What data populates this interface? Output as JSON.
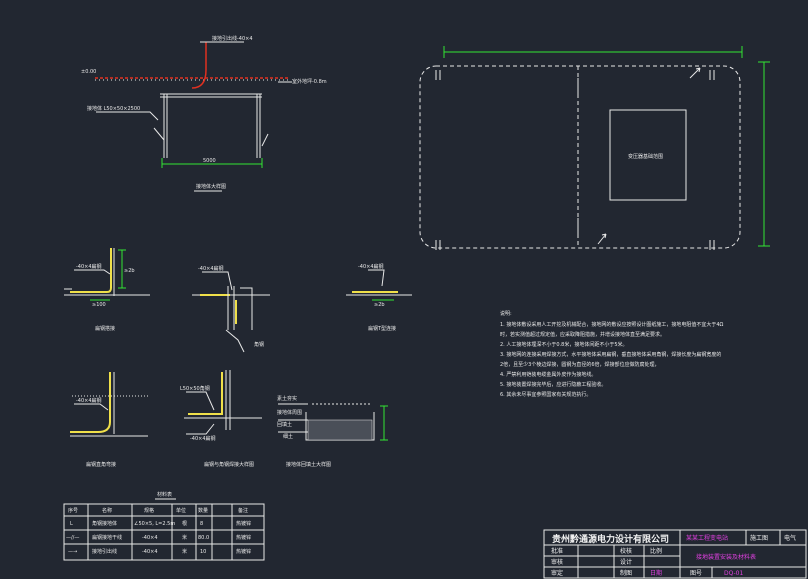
{
  "notes": {
    "title": "说明:",
    "lines": [
      "1. 接地体敷设采用人工开挖及机械配合，接地网的敷设应按照设计图纸施工，接地电阻值不宜大于4Ω",
      "时，若实测值超过规定值，应采取降阻措施，并增设接地体直至满足要求。",
      "2. 人工接地体埋深不小于0.8米，接地体间距不小于5米。",
      "3. 接地网的连接采用焊接方式，水平接地体采用扁钢，垂直接地体采用角钢，焊接长度为扁钢宽度的",
      "2倍，且至少3个棱边焊接，圆钢为直径的6倍，焊接部位应做防腐处理，",
      "4. 严禁利用铠装电缆金属外皮作为接地线。",
      "5. 接地装置焊接完毕后，应进行隐蔽工程验收。",
      "6. 其余未尽事宜参照国家有关规范执行。"
    ]
  },
  "labels": {
    "elev": "±0.00",
    "flat_bar_top": "接地引出线-40×4",
    "ground_line": "室外地坪-0.8m",
    "angle_steel": "接地体 L50×50×2500",
    "dim_5000": "5000",
    "section1": "接地体大样图",
    "area_box": "变压器基础范围",
    "d1_label": "-40×4扁钢",
    "d1_dim": "≥2b",
    "d1_title": "扁钢搭接",
    "d2_label": "-40×4扁钢",
    "d2_mark": "角钢",
    "d3_label": "-40×4扁钢",
    "d3_dim": "≥2b",
    "d3_title": "扁钢T型连接",
    "d4_label": "-40×4扁钢",
    "d4_title": "扁钢直角弯接",
    "d5_label1": "L50×50角钢",
    "d5_label2": "-40×4扁钢",
    "d5_title": "扁钢与角钢焊接大样图",
    "d6_l1": "素土夯实",
    "d6_l2": "接地体周围",
    "d6_l3": "回填土",
    "d6_l4": "细土",
    "d6_title": "接地体回填土大样图",
    "table_title": "材料表"
  },
  "table": {
    "headers": [
      "序号",
      "名称",
      "规格",
      "单位",
      "数量",
      "备注"
    ],
    "rows": [
      {
        "sym": "L",
        "name": "角钢接地体",
        "spec": "∠50×5, L=2.5m",
        "unit": "根",
        "qty": "8",
        "note": "热镀锌"
      },
      {
        "sym": "—//—",
        "name": "扁钢接地干线",
        "spec": "-40×4",
        "unit": "米",
        "qty": "80.0",
        "note": "热镀锌"
      },
      {
        "sym": "—→",
        "name": "接地引出线",
        "spec": "-40×4",
        "unit": "米",
        "qty": "10",
        "note": "热镀锌"
      }
    ]
  },
  "title_block": {
    "company": "贵州黔通源电力设计有限公司",
    "project": "某某工程变电站",
    "stage": "施工图",
    "sheet_type": "电气",
    "drawing_title": "接地装置安装及材料表",
    "scale_label": "比例",
    "drawing_no_label": "图号",
    "drawing_no": "DQ-01",
    "r1": [
      "批准",
      "校核"
    ],
    "r2": [
      "审核",
      "设计"
    ],
    "r3": [
      "审定",
      "制图"
    ],
    "date_label": "日期"
  },
  "colors": {
    "background": "#222731",
    "line": "#e8e8e8",
    "green": "#32e632",
    "yellow": "#f0e04a",
    "red": "#e03020",
    "magenta": "#e040e0"
  }
}
